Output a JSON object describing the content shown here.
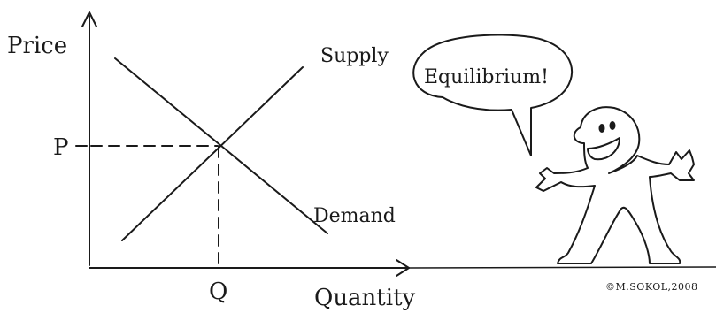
{
  "axes": {
    "y_label": "Price",
    "x_label": "Quantity"
  },
  "curves": {
    "supply_label": "Supply",
    "demand_label": "Demand"
  },
  "equilibrium": {
    "price_marker": "P",
    "quantity_marker": "Q"
  },
  "speech_bubble": {
    "text": "Equilibrium!"
  },
  "credit": {
    "text": "©M.SOKOL,2008"
  }
}
